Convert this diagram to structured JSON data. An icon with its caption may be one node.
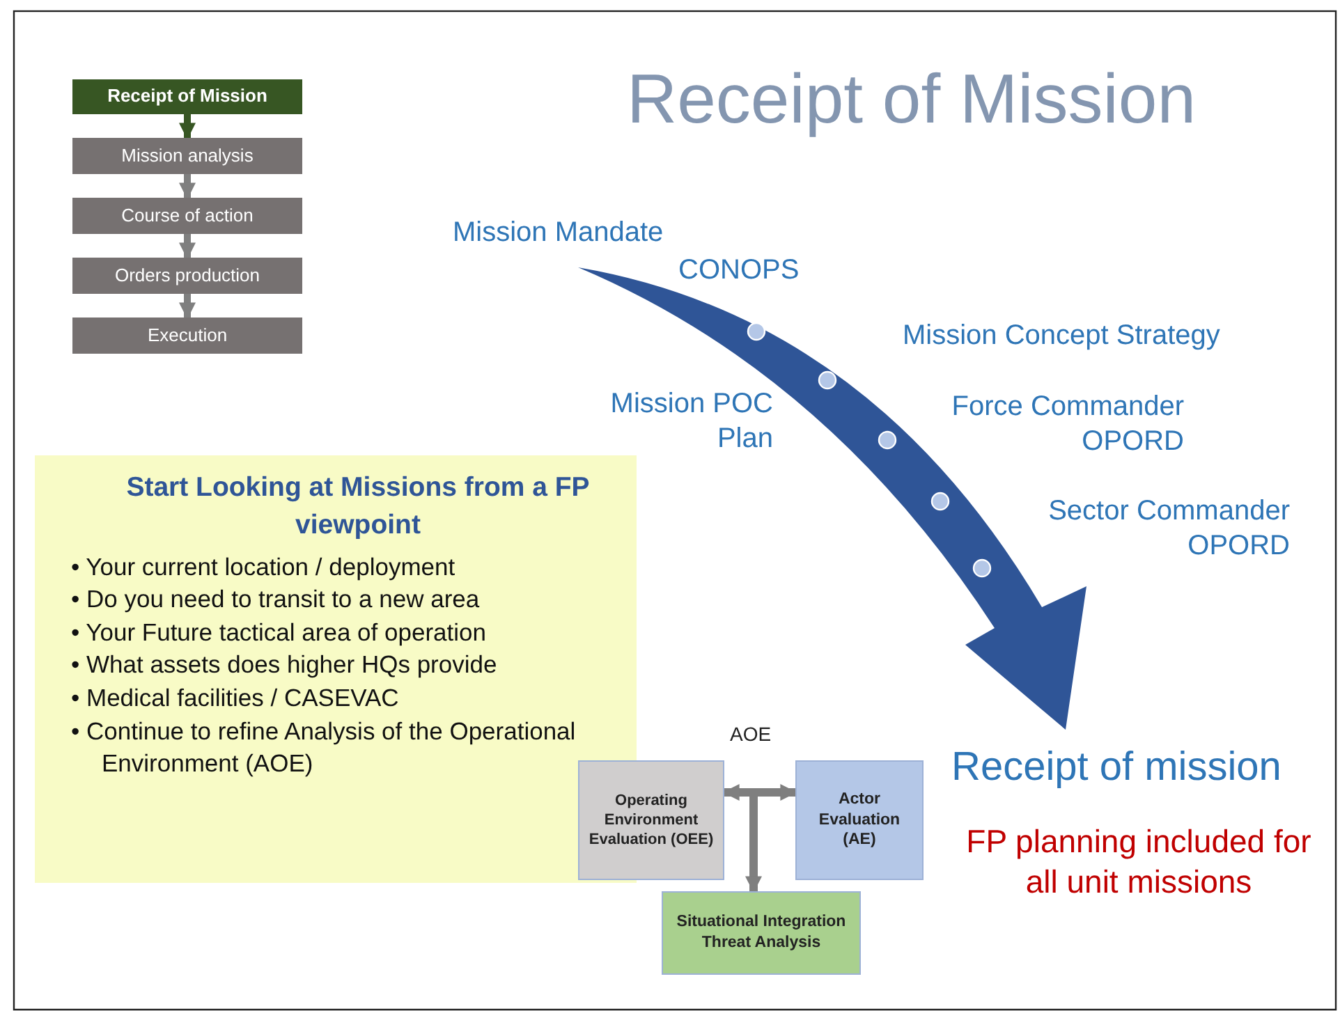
{
  "diagram": {
    "title": "Receipt of Mission",
    "nodes": [
      {
        "text": [
          "Receipt of Mission"
        ]
      },
      {
        "text": [
          "Mission analysis"
        ]
      },
      {
        "text": [
          "Course of action"
        ]
      },
      {
        "text": [
          "Orders production"
        ]
      },
      {
        "text": [
          "Execution"
        ]
      },
      {
        "text": [
          "Start Looking at Missions from a FP viewpoint",
          "• Your current location / deployment",
          "• Do you need to transit to a new area",
          "• Your Future tactical area of operation",
          "• What assets does higher HQs provide",
          "• Medical facilities / CASEVAC",
          "• Continue to refine Analysis of the Operational Environment (AOE)"
        ]
      },
      {
        "text": [
          "Operating Environment Evaluation (OEE)"
        ]
      },
      {
        "text": [
          "Actor Evaluation (AE)"
        ]
      },
      {
        "text": [
          "Situational Integration Threat Analysis"
        ]
      }
    ],
    "edges": [
      {
        "from": 0,
        "to": 1,
        "arrow": "to",
        "color": "#375623"
      },
      {
        "from": 1,
        "to": 2,
        "arrow": "to"
      },
      {
        "from": 2,
        "to": 3,
        "arrow": "to"
      },
      {
        "from": 3,
        "to": 4,
        "arrow": "to"
      },
      {
        "from": 6,
        "to": 7,
        "arrow": "both"
      },
      {
        "from": null,
        "to": 8,
        "arrow": "to"
      }
    ],
    "labels": [
      "Mission Mandate",
      "CONOPS",
      "Mission Concept Strategy",
      "Mission POC Plan",
      "Force Commander OPORD",
      "Sector Commander OPORD",
      "AOE",
      "Receipt of mission",
      "FP planning included for all unit missions"
    ]
  }
}
